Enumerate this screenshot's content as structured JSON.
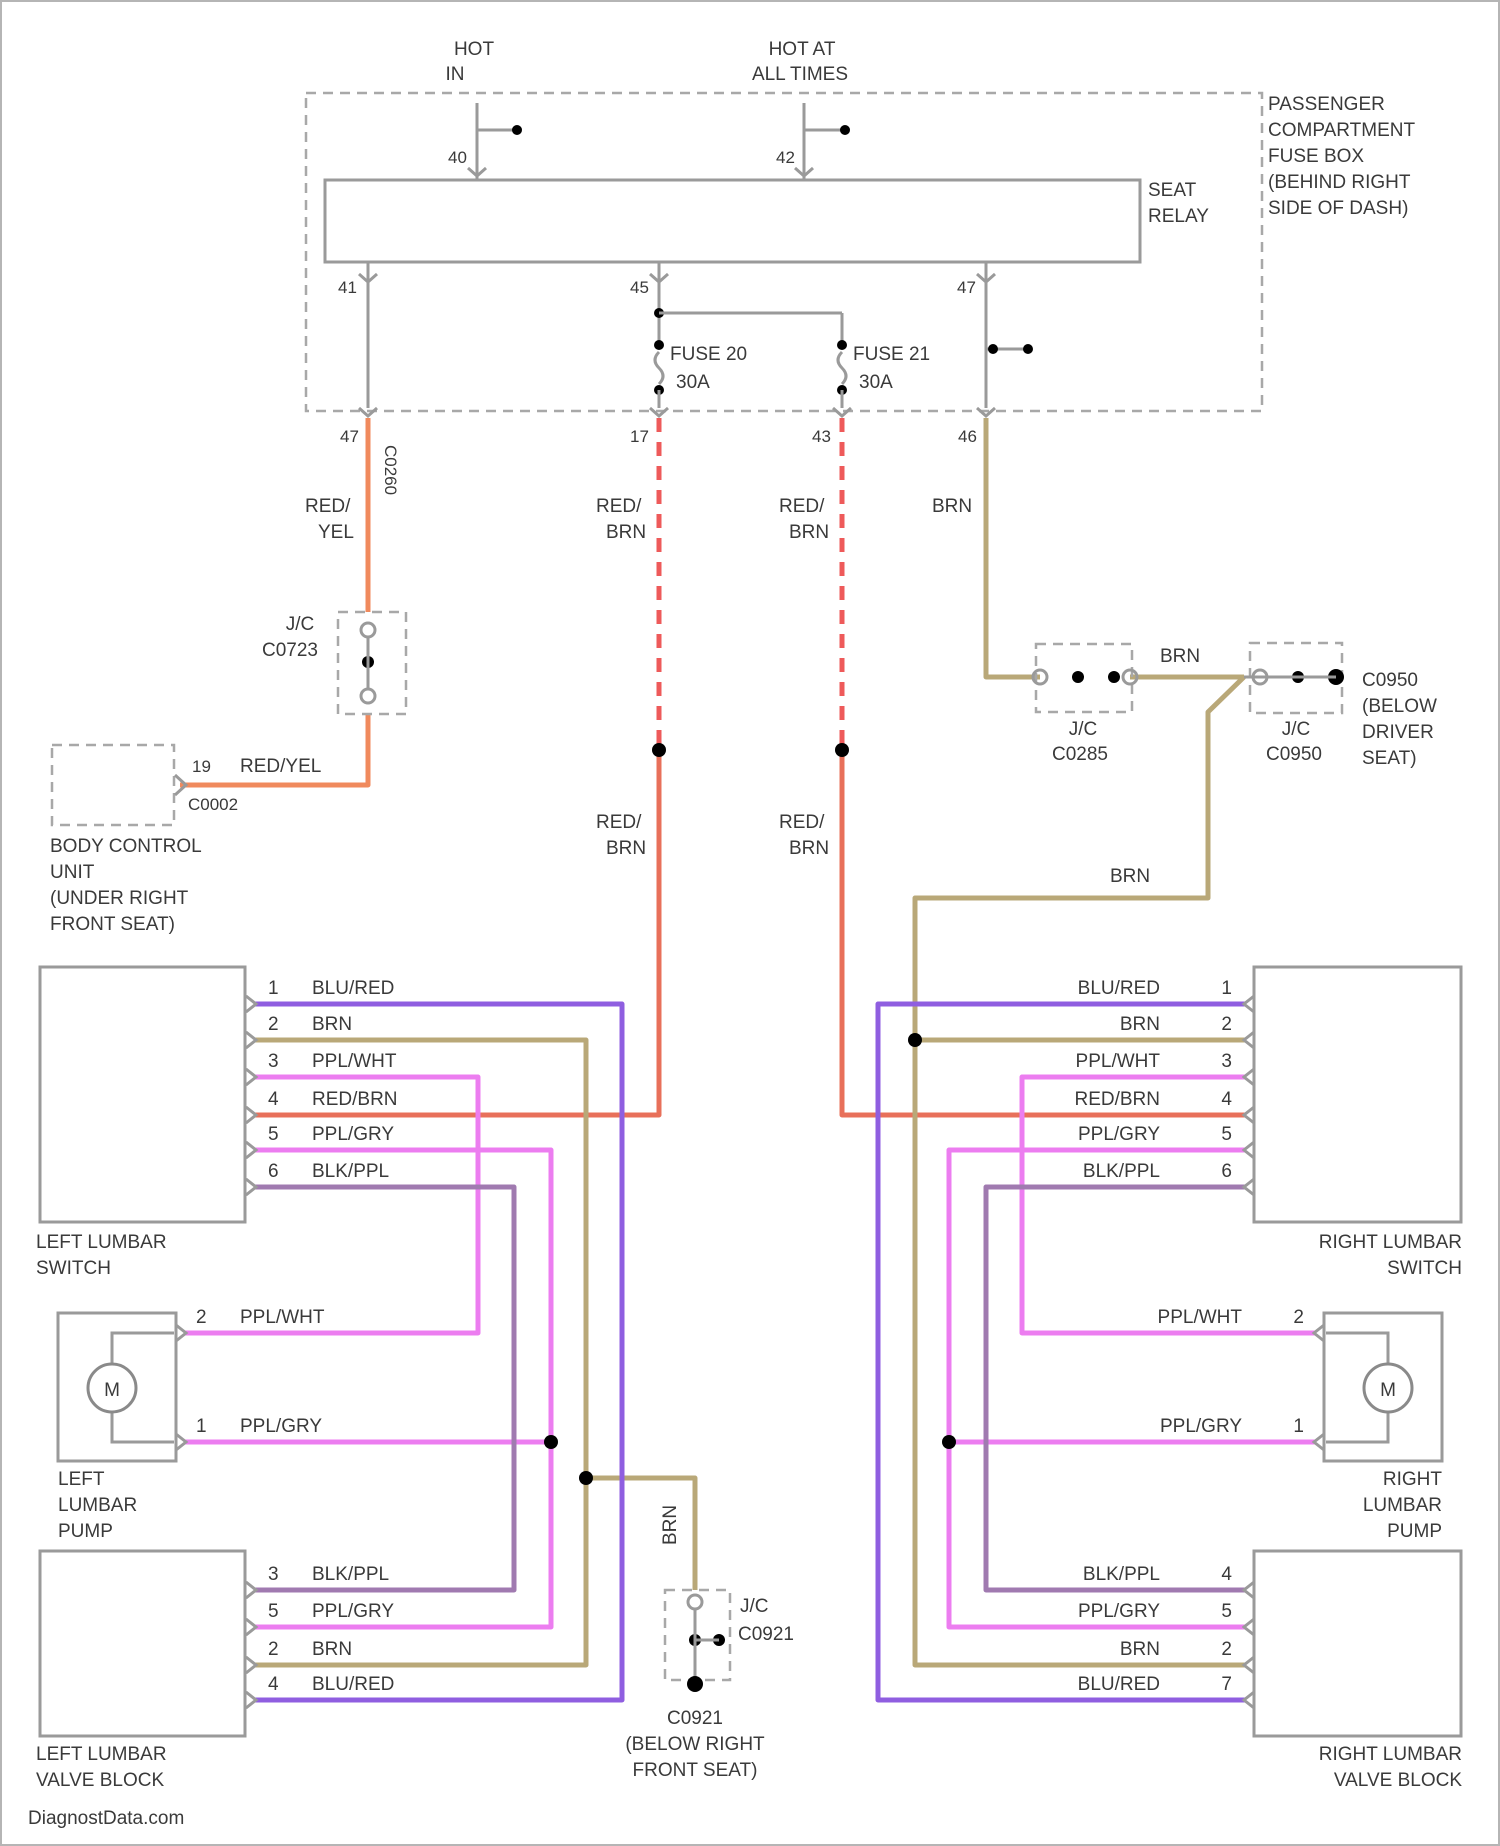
{
  "colors": {
    "red_yel": "#f08a5d",
    "red_brn": "#e8705a",
    "red_dash": "#ee5a5a",
    "brn": "#b9a878",
    "blu_red": "#8f5ee0",
    "ppl_wht": "#ec7df0",
    "ppl_gry": "#ec7df0",
    "blk_ppl": "#a07ab0"
  },
  "power": {
    "hot_in": [
      "HOT",
      "IN"
    ],
    "hot_at_all_times": [
      "HOT AT",
      "ALL TIMES"
    ],
    "fuse_box": [
      "PASSENGER",
      "COMPARTMENT",
      "FUSE BOX",
      "(BEHIND RIGHT",
      "SIDE OF DASH)"
    ],
    "seat_relay": [
      "SEAT",
      "RELAY"
    ],
    "fuse20": [
      "FUSE 20",
      "30A"
    ],
    "fuse21": [
      "FUSE 21",
      "30A"
    ],
    "pin_a": "40",
    "pin_b": "42",
    "pin_c": "41",
    "pin_d": "45",
    "pin_e": "47",
    "pin_f": "17",
    "pin_g": "43",
    "pin_h": "46"
  },
  "wires": {
    "red_yel": [
      "RED/",
      "YEL"
    ],
    "red_brn": [
      "RED/",
      "BRN"
    ],
    "brn": "BRN",
    "red_yel_inline": "RED/YEL"
  },
  "connectors": {
    "c0723": [
      "J/C",
      "C0723"
    ],
    "c0285": [
      "J/C",
      "C0285"
    ],
    "c0950": [
      "J/C",
      "C0950"
    ],
    "c0950_ground": [
      "C0950",
      "(BELOW",
      "DRIVER",
      "SEAT)"
    ],
    "c0921": [
      "J/C",
      "C0921"
    ],
    "c0921_ground": [
      "C0921",
      "(BELOW RIGHT",
      "FRONT SEAT)"
    ],
    "c0002": "C0002",
    "bcu_pin": "19",
    "tag_c0260": "C0260"
  },
  "body_control_unit": [
    "BODY CONTROL",
    "UNIT",
    "(UNDER RIGHT",
    "FRONT SEAT)"
  ],
  "left_switch": {
    "name": [
      "LEFT LUMBAR",
      "SWITCH"
    ],
    "pins": [
      {
        "pin": "1",
        "wire": "BLU/RED"
      },
      {
        "pin": "2",
        "wire": "BRN"
      },
      {
        "pin": "3",
        "wire": "PPL/WHT"
      },
      {
        "pin": "4",
        "wire": "RED/BRN"
      },
      {
        "pin": "5",
        "wire": "PPL/GRY"
      },
      {
        "pin": "6",
        "wire": "BLK/PPL"
      }
    ]
  },
  "right_switch": {
    "name": [
      "RIGHT LUMBAR",
      "SWITCH"
    ],
    "pins": [
      {
        "pin": "1",
        "wire": "BLU/RED"
      },
      {
        "pin": "2",
        "wire": "BRN"
      },
      {
        "pin": "3",
        "wire": "PPL/WHT"
      },
      {
        "pin": "4",
        "wire": "RED/BRN"
      },
      {
        "pin": "5",
        "wire": "PPL/GRY"
      },
      {
        "pin": "6",
        "wire": "BLK/PPL"
      }
    ]
  },
  "left_pump": {
    "name": [
      "LEFT",
      "LUMBAR",
      "PUMP"
    ],
    "motor": "M",
    "pins": [
      {
        "pin": "2",
        "wire": "PPL/WHT"
      },
      {
        "pin": "1",
        "wire": "PPL/GRY"
      }
    ]
  },
  "right_pump": {
    "name": [
      "RIGHT",
      "LUMBAR",
      "PUMP"
    ],
    "motor": "M",
    "pins": [
      {
        "pin": "2",
        "wire": "PPL/WHT"
      },
      {
        "pin": "1",
        "wire": "PPL/GRY"
      }
    ]
  },
  "left_valve": {
    "name": [
      "LEFT LUMBAR",
      "VALVE BLOCK"
    ],
    "pins": [
      {
        "pin": "3",
        "wire": "BLK/PPL"
      },
      {
        "pin": "5",
        "wire": "PPL/GRY"
      },
      {
        "pin": "2",
        "wire": "BRN"
      },
      {
        "pin": "4",
        "wire": "BLU/RED"
      }
    ]
  },
  "right_valve": {
    "name": [
      "RIGHT LUMBAR",
      "VALVE BLOCK"
    ],
    "pins": [
      {
        "pin": "4",
        "wire": "BLK/PPL"
      },
      {
        "pin": "5",
        "wire": "PPL/GRY"
      },
      {
        "pin": "2",
        "wire": "BRN"
      },
      {
        "pin": "7",
        "wire": "BLU/RED"
      }
    ]
  },
  "watermark": "DiagnostData.com"
}
